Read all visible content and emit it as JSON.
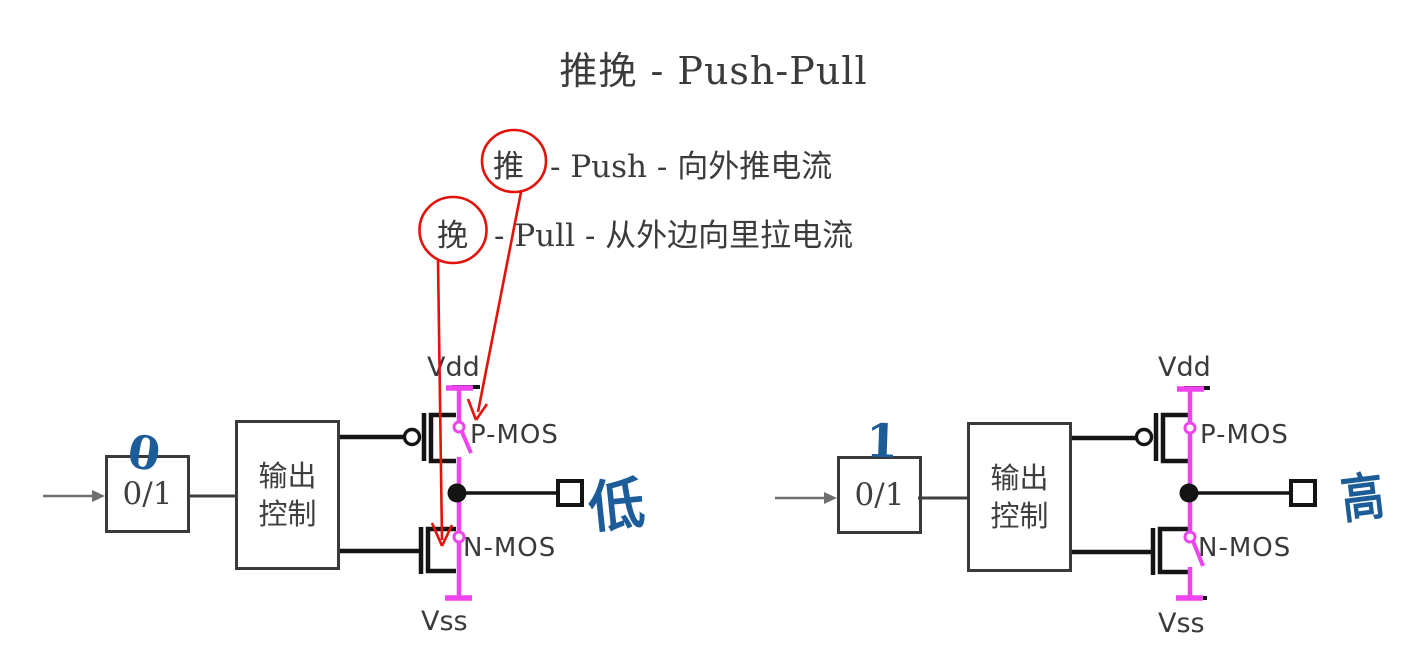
{
  "title": "推挽 - Push-Pull",
  "notes": {
    "push": {
      "keyword": "推",
      "text": "- Push - 向外推电流"
    },
    "pull": {
      "keyword": "挽",
      "text": "- Pull - 从外边向里拉电流"
    }
  },
  "circuits": {
    "left": {
      "input_value": "0",
      "signal_box": "0/1",
      "control_line1": "输出",
      "control_line2": "控制",
      "vdd": "Vdd",
      "vss": "Vss",
      "pmos": "P-MOS",
      "nmos": "N-MOS",
      "pmos_switch_state": "open",
      "nmos_switch_state": "closed",
      "output_note": "低"
    },
    "right": {
      "input_value": "1",
      "signal_box": "0/1",
      "control_line1": "输出",
      "control_line2": "控制",
      "vdd": "Vdd",
      "vss": "Vss",
      "pmos": "P-MOS",
      "nmos": "N-MOS",
      "pmos_switch_state": "closed",
      "nmos_switch_state": "open",
      "output_note": "高"
    }
  },
  "colors": {
    "wire": "#141414",
    "gray-text": "#3b3b3b",
    "box-border": "#3a3a3a",
    "magenta": "#ee44ee",
    "red": "#e3120b",
    "ink": "#1b5c99",
    "arrow-gray": "#6e6e6e"
  }
}
